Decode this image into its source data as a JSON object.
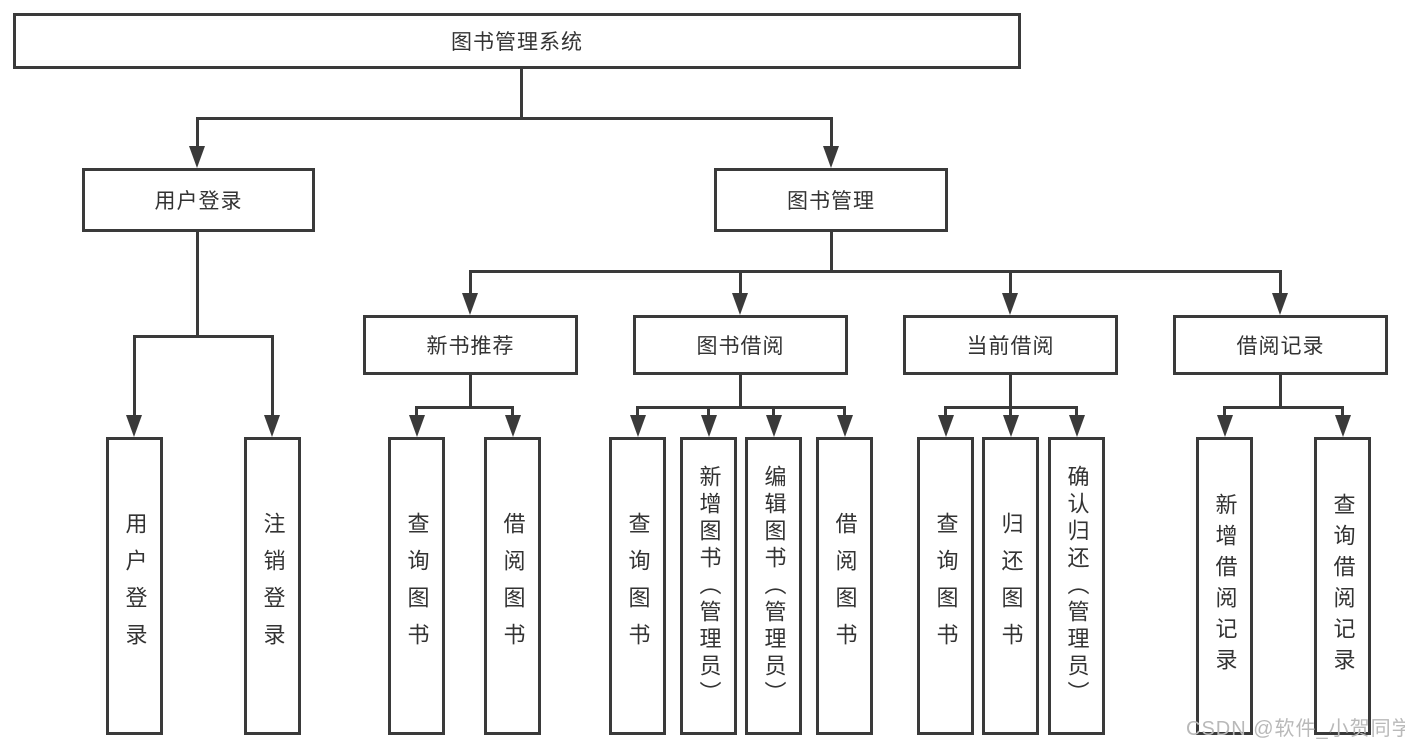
{
  "diagram": {
    "root": {
      "label": "图书管理系统"
    },
    "level2": [
      {
        "label": "用户登录"
      },
      {
        "label": "图书管理"
      }
    ],
    "level3": [
      {
        "label": "新书推荐"
      },
      {
        "label": "图书借阅"
      },
      {
        "label": "当前借阅"
      },
      {
        "label": "借阅记录"
      }
    ],
    "level4": {
      "user_login": [
        "用户登录",
        "注销登录"
      ],
      "new_book_recommend": [
        "查询图书",
        "借阅图书"
      ],
      "book_borrow": [
        "查询图书",
        "新增图书（管理员）",
        "编辑图书（管理员）",
        "借阅图书"
      ],
      "current_borrow": [
        "查询图书",
        "归还图书",
        "确认归还（管理员）"
      ],
      "borrow_records": [
        "新增借阅记录",
        "查询借阅记录"
      ]
    }
  },
  "watermark": "CSDN @软件_小贺同学",
  "colors": {
    "line": "#3a3a3a",
    "text": "#333333",
    "watermark": "#b9b9b9",
    "background": "#ffffff"
  }
}
